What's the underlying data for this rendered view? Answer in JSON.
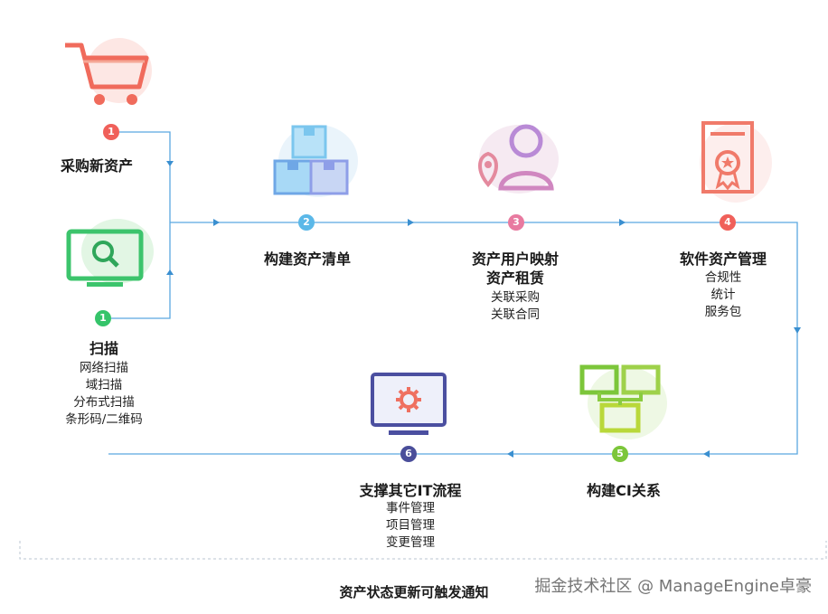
{
  "steps": {
    "purchase": {
      "badge": "1",
      "title": "采购新资产"
    },
    "scan": {
      "badge": "1",
      "title": "扫描",
      "items": [
        "网络扫描",
        "域扫描",
        "分布式扫描",
        "条形码/二维码"
      ]
    },
    "inventory": {
      "badge": "2",
      "title": "构建资产清单"
    },
    "mapping": {
      "badge": "3",
      "title_line1": "资产用户映射",
      "title_line2": "资产租赁",
      "items": [
        "关联采购",
        "关联合同"
      ]
    },
    "software": {
      "badge": "4",
      "title": "软件资产管理",
      "items": [
        "合规性",
        "统计",
        "服务包"
      ]
    },
    "ci": {
      "badge": "5",
      "title": "构建CI关系"
    },
    "support": {
      "badge": "6",
      "title": "支撑其它IT流程",
      "items": [
        "事件管理",
        "项目管理",
        "变更管理"
      ]
    }
  },
  "footer": {
    "text": "资产状态更新可触发通知"
  },
  "watermark": {
    "text": "掘金技术社区 @ ManageEngine卓豪"
  },
  "colors": {
    "line": "#5aa8e0",
    "badge1_red": "#f0605a",
    "badge1_green": "#35c46a",
    "badge2": "#5bb8e8",
    "badge3": "#e87aa0",
    "badge4": "#f0605a",
    "badge5": "#7cc63a",
    "badge6": "#4a4e9a"
  },
  "icons": [
    "shopping-cart-icon",
    "monitor-search-icon",
    "boxes-icon",
    "user-location-icon",
    "certificate-icon",
    "network-monitors-icon",
    "monitor-gear-icon"
  ]
}
